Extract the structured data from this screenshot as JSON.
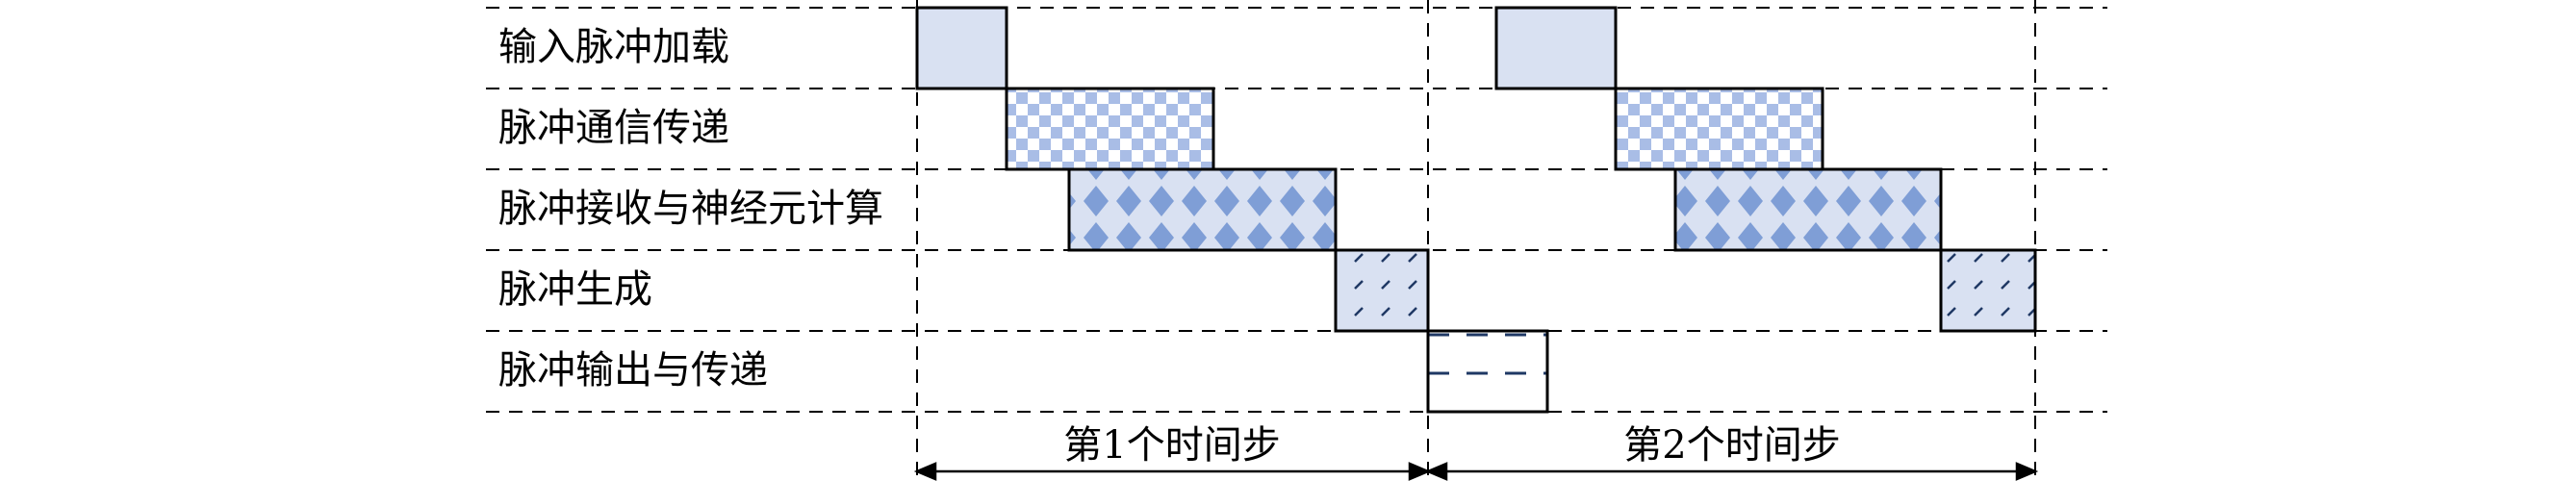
{
  "rows": [
    {
      "label": "输入脉冲加载"
    },
    {
      "label": "脉冲通信传递"
    },
    {
      "label": "脉冲接收与神经元计算"
    },
    {
      "label": "脉冲生成"
    },
    {
      "label": "脉冲输出与传递"
    }
  ],
  "time_steps": [
    {
      "label": "第1个时间步"
    },
    {
      "label": "第2个时间步"
    }
  ],
  "colors": {
    "block_fill": "#d9e1f2",
    "pattern_accent": "#7f9ed6",
    "dash_stroke": "#1f3864",
    "line": "#000000"
  },
  "pattern_names": [
    "solid",
    "checker",
    "diamond",
    "diagonal-dash",
    "horizontal-dash"
  ]
}
